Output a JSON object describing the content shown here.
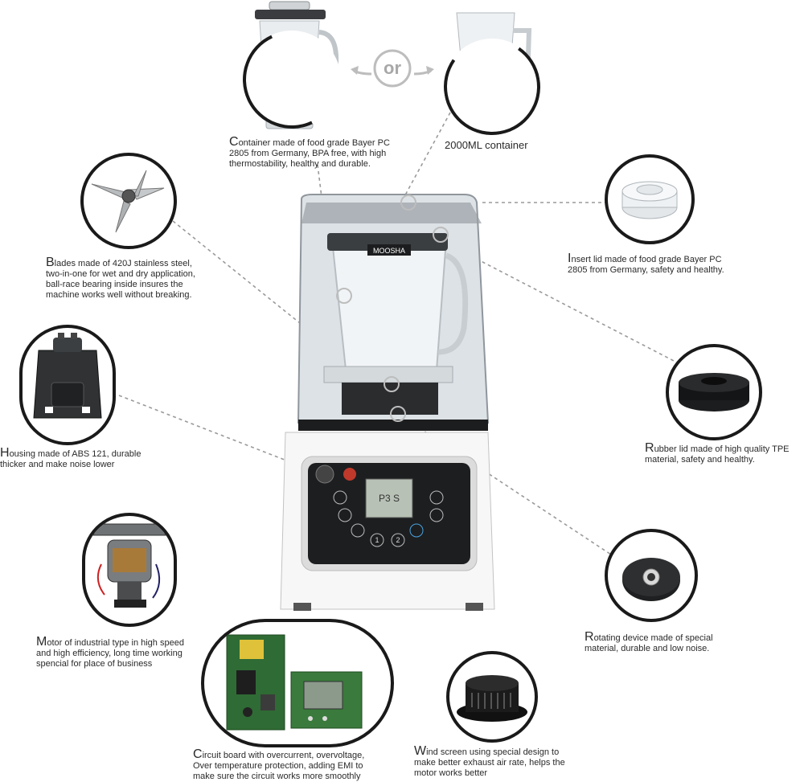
{
  "separator_label": "or",
  "brand": "MOOSHA",
  "display_text": "P3  S",
  "captions": {
    "container": {
      "first": "C",
      "rest": "ontainer made of food grade Bayer PC\n2805 from Germany, BPA free,  with high\nthermostability, healthy and durable."
    },
    "container_2000": "2000ML container",
    "blades": {
      "first": "B",
      "rest": "lades made of 420J stainless steel,\ntwo-in-one for wet and dry application,\nball-race bearing inside insures the\nmachine works well without breaking."
    },
    "insert_lid": {
      "first": "I",
      "rest": "nsert lid made of food grade Bayer PC\n2805 from Germany, safety and healthy."
    },
    "housing": {
      "first": "H",
      "rest": "ousing made of ABS 121, durable\nthicker and make noise lower"
    },
    "rubber_lid": {
      "first": "R",
      "rest": "ubber lid made of high quality TPE\nmaterial, safety and healthy."
    },
    "motor": {
      "first": "M",
      "rest": "otor of industrial type in high speed\nand high efficiency, long time working\nspencial for place of business"
    },
    "rotating": {
      "first": "R",
      "rest": "otating device  made of special\nmaterial, durable and low noise."
    },
    "circuit": {
      "first": "C",
      "rest": "ircuit board with overcurrent, overvoltage,\nOver temperature protection, adding EMI to\nmake sure the circuit works more smoothly"
    },
    "wind": {
      "first": "W",
      "rest": "ind screen using special design to\nmake better exhaust air rate, helps the\nmotor works better"
    }
  },
  "buttons": {
    "btn1": "1",
    "btn2": "2"
  }
}
